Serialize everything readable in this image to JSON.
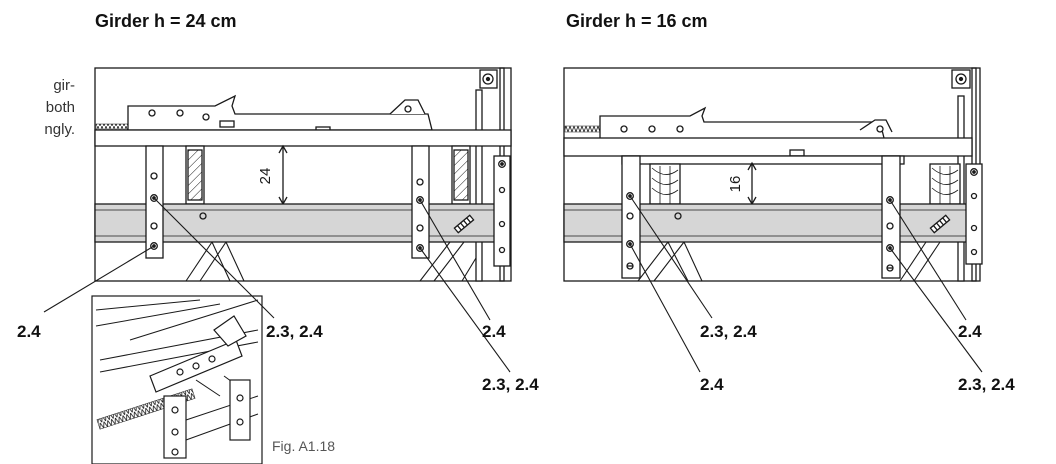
{
  "titles": {
    "left": "Girder h = 24 cm",
    "right": "Girder h = 16 cm"
  },
  "side_text": [
    "gir-",
    "both",
    "ngly."
  ],
  "dimensions": {
    "left": "24",
    "right": "16"
  },
  "callouts": {
    "left_a": "2.4",
    "left_b": "2.3, 2.4",
    "left_c": "2.4",
    "left_d": "2.3, 2.4",
    "right_a": "2.3, 2.4",
    "right_b": "2.4",
    "right_c": "2.4",
    "right_d": "2.3, 2.4"
  },
  "figure_label": "Fig. A1.18",
  "colors": {
    "line": "#1a1a1a",
    "girder_fill": "#d6d6d6",
    "background": "#ffffff"
  }
}
